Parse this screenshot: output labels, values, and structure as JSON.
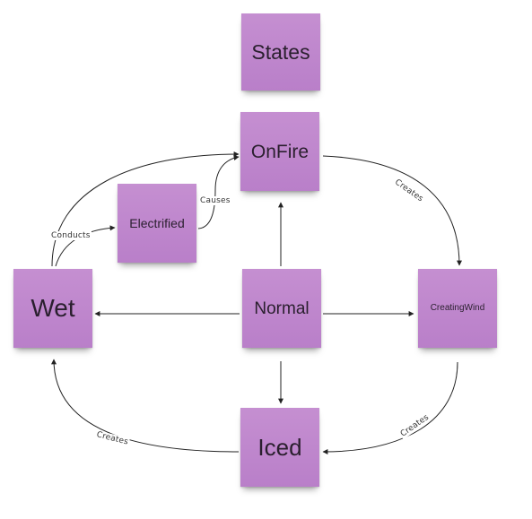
{
  "nodes": {
    "states": "States",
    "onfire": "OnFire",
    "electrified": "Electrified",
    "wet": "Wet",
    "normal": "Normal",
    "creatingwind": "CreatingWind",
    "iced": "Iced"
  },
  "edge_labels": {
    "conducts": "Conducts",
    "causes": "Causes",
    "creates_onfire_wind": "Creates",
    "creates_wind_iced": "Creates",
    "creates_iced_wet": "Creates"
  },
  "colors": {
    "note": "#c18ad0",
    "edge": "#222222",
    "text": "#2a1f2e"
  }
}
